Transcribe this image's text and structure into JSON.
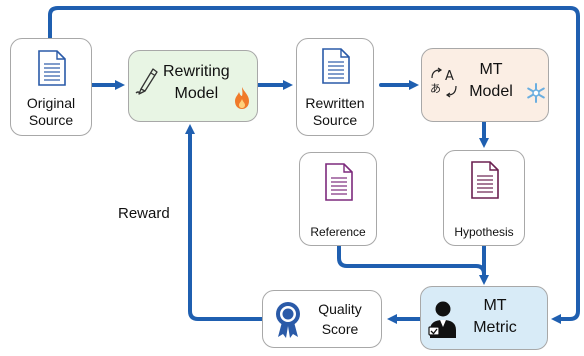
{
  "nodes": {
    "original_source": {
      "line1": "Original",
      "line2": "Source"
    },
    "rewriting_model": {
      "line1": "Rewriting",
      "line2": "Model"
    },
    "rewritten_source": {
      "line1": "Rewritten",
      "line2": "Source"
    },
    "mt_model": {
      "line1": "MT",
      "line2": "Model"
    },
    "reference": {
      "label": "Reference"
    },
    "hypothesis": {
      "label": "Hypothesis"
    },
    "quality_score": {
      "line1": "Quality",
      "line2": "Score"
    },
    "mt_metric": {
      "line1": "MT",
      "line2": "Metric"
    }
  },
  "edge_labels": {
    "reward": "Reward"
  },
  "translate_icon": {
    "source_glyph": "あ",
    "target_glyph": "A"
  },
  "colors": {
    "arrow": "#1f5fb0",
    "rewriting_model_fill": "#e8f5e4",
    "mt_model_fill": "#fbeee4",
    "mt_metric_fill": "#d8ebf7",
    "document_icon": "#2a5aa8",
    "reference_icon": "#7d2a7d",
    "hypothesis_icon": "#6b2050",
    "flame": "#f07a2a",
    "snowflake": "#6aaee0",
    "ribbon": "#2a5aa8"
  },
  "icons": [
    "document-icon",
    "pen-icon",
    "flame-icon",
    "translate-icon",
    "snowflake-icon",
    "ribbon-icon",
    "person-icon"
  ]
}
